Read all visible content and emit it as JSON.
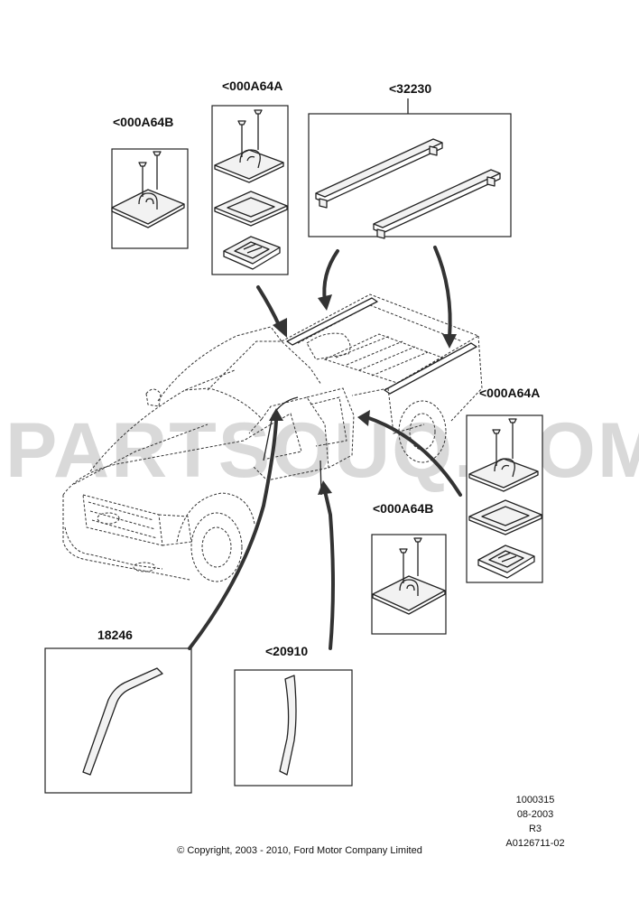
{
  "watermark": "PARTSOUQ.COM",
  "callouts": {
    "clip_kit_b_upper_left": "<000A64B",
    "clip_kit_a_upper": "<000A64A",
    "roof_rails": "<32230",
    "clip_kit_a_right": "<000A64A",
    "clip_kit_b_lower": "<000A64B",
    "molding": "18246",
    "weatherstrip": "<20910"
  },
  "footer": {
    "doc_number": "1000315",
    "date": "08-2003",
    "revision": "R3",
    "illustration_id": "A0126711-02",
    "copyright": "© Copyright, 2003 - 2010, Ford Motor Company Limited"
  }
}
